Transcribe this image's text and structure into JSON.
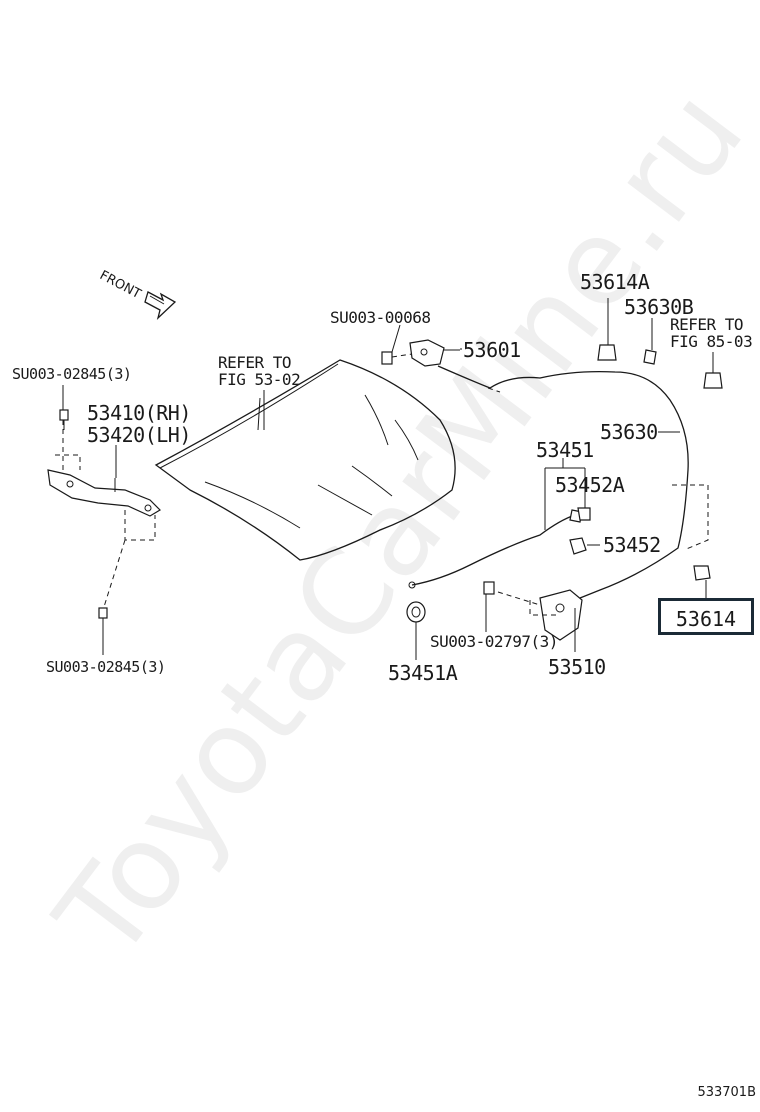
{
  "watermark": "ToyotaCarMine.ru",
  "figure_code": "533701B",
  "front_label": "FRONT",
  "labels": {
    "su003_00068": "SU003-00068",
    "p53601": "53601",
    "p53614a": "53614A",
    "p53630b": "53630B",
    "refer_fig_85_line1": "REFER TO",
    "refer_fig_85_line2": "FIG 85-03",
    "refer_fig_53_line1": "REFER TO",
    "refer_fig_53_line2": "FIG 53-02",
    "su003_02845_top": "SU003-02845(3)",
    "p53410": "53410(RH)",
    "p53420": "53420(LH)",
    "p53630": "53630",
    "p53451": "53451",
    "p53452a": "53452A",
    "p53452": "53452",
    "p53614": "53614",
    "su003_02797": "SU003-02797(3)",
    "p53510": "53510",
    "p53451a": "53451A",
    "su003_02845_bottom": "SU003-02845(3)"
  }
}
